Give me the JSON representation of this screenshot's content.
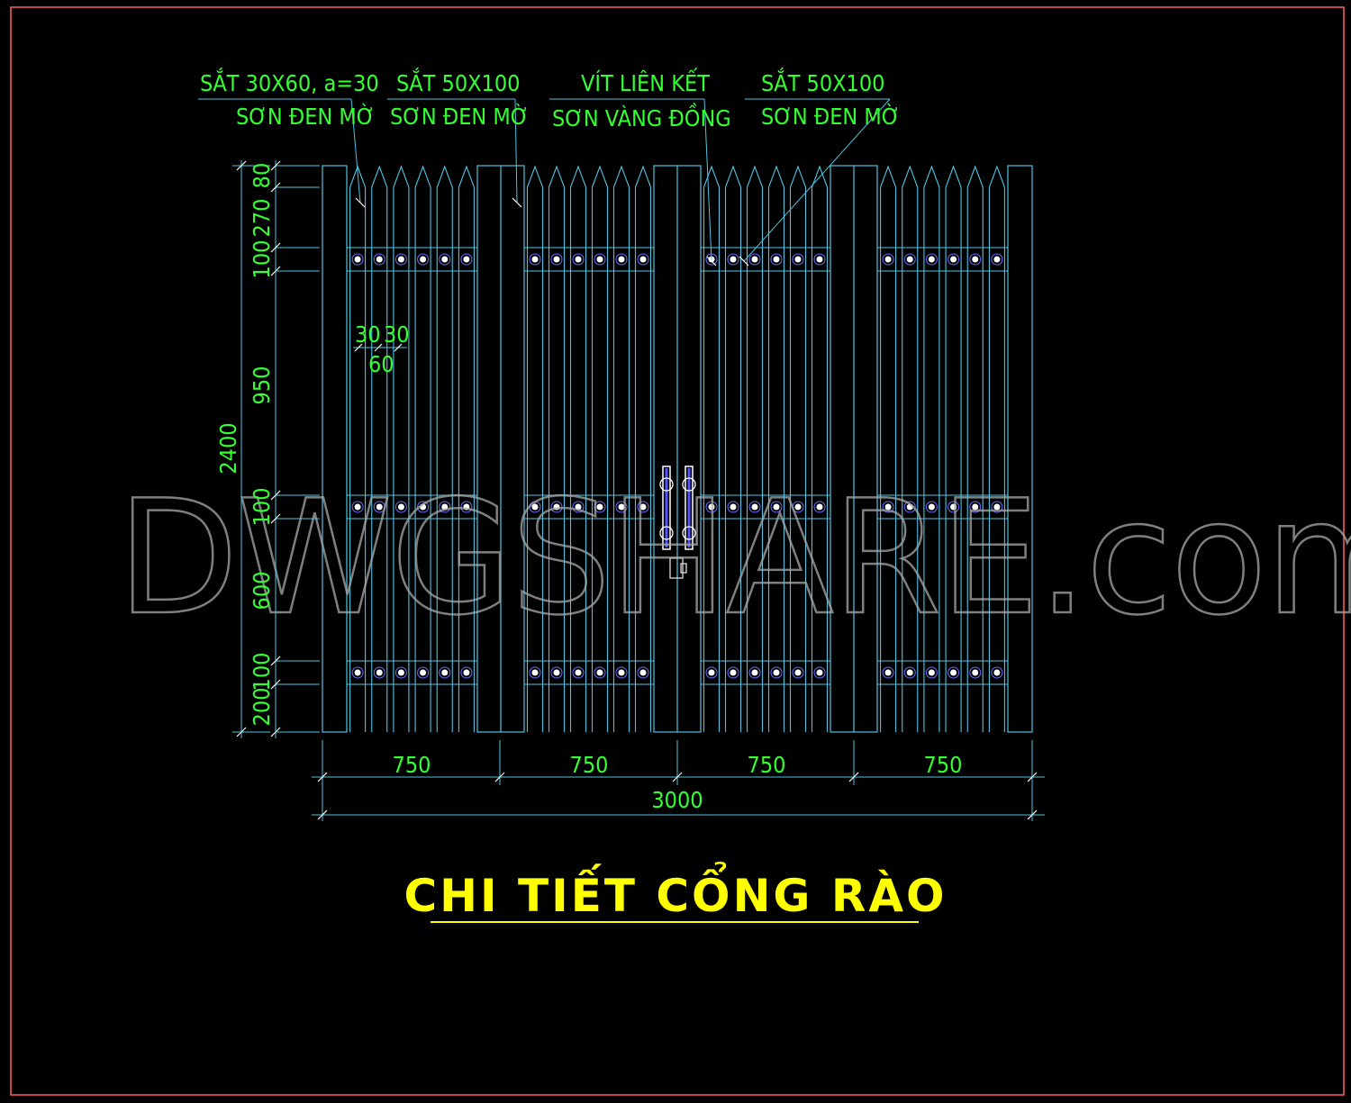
{
  "title": "CHI TIẾT CỔNG RÀO",
  "watermark": "DWGSHARE.com",
  "callouts": [
    {
      "line1": "SẮT 30X60, a=30",
      "line2": "SƠN ĐEN MỜ"
    },
    {
      "line1": "SẮT 50X100",
      "line2": "SƠN ĐEN MỜ"
    },
    {
      "line1": "VÍT LIÊN KẾT",
      "line2": "SƠN VÀNG ĐỒNG"
    },
    {
      "line1": "SẮT 50X100",
      "line2": "SƠN ĐEN MỜ"
    }
  ],
  "dimensions": {
    "overall_height": "2400",
    "height_segments": [
      "80",
      "270",
      "100",
      "950",
      "100",
      "600",
      "100",
      "200"
    ],
    "picket": {
      "gap_a": "30",
      "gap_b": "30",
      "width": "60"
    },
    "panel_widths": [
      "750",
      "750",
      "750",
      "750"
    ],
    "overall_width": "3000"
  },
  "colors": {
    "background": "#000000",
    "frame": "#ff6060",
    "structure": "#4fc3e0",
    "dimension_text": "#33ff33",
    "title": "#ffff00",
    "bolt": "#ffffff"
  }
}
